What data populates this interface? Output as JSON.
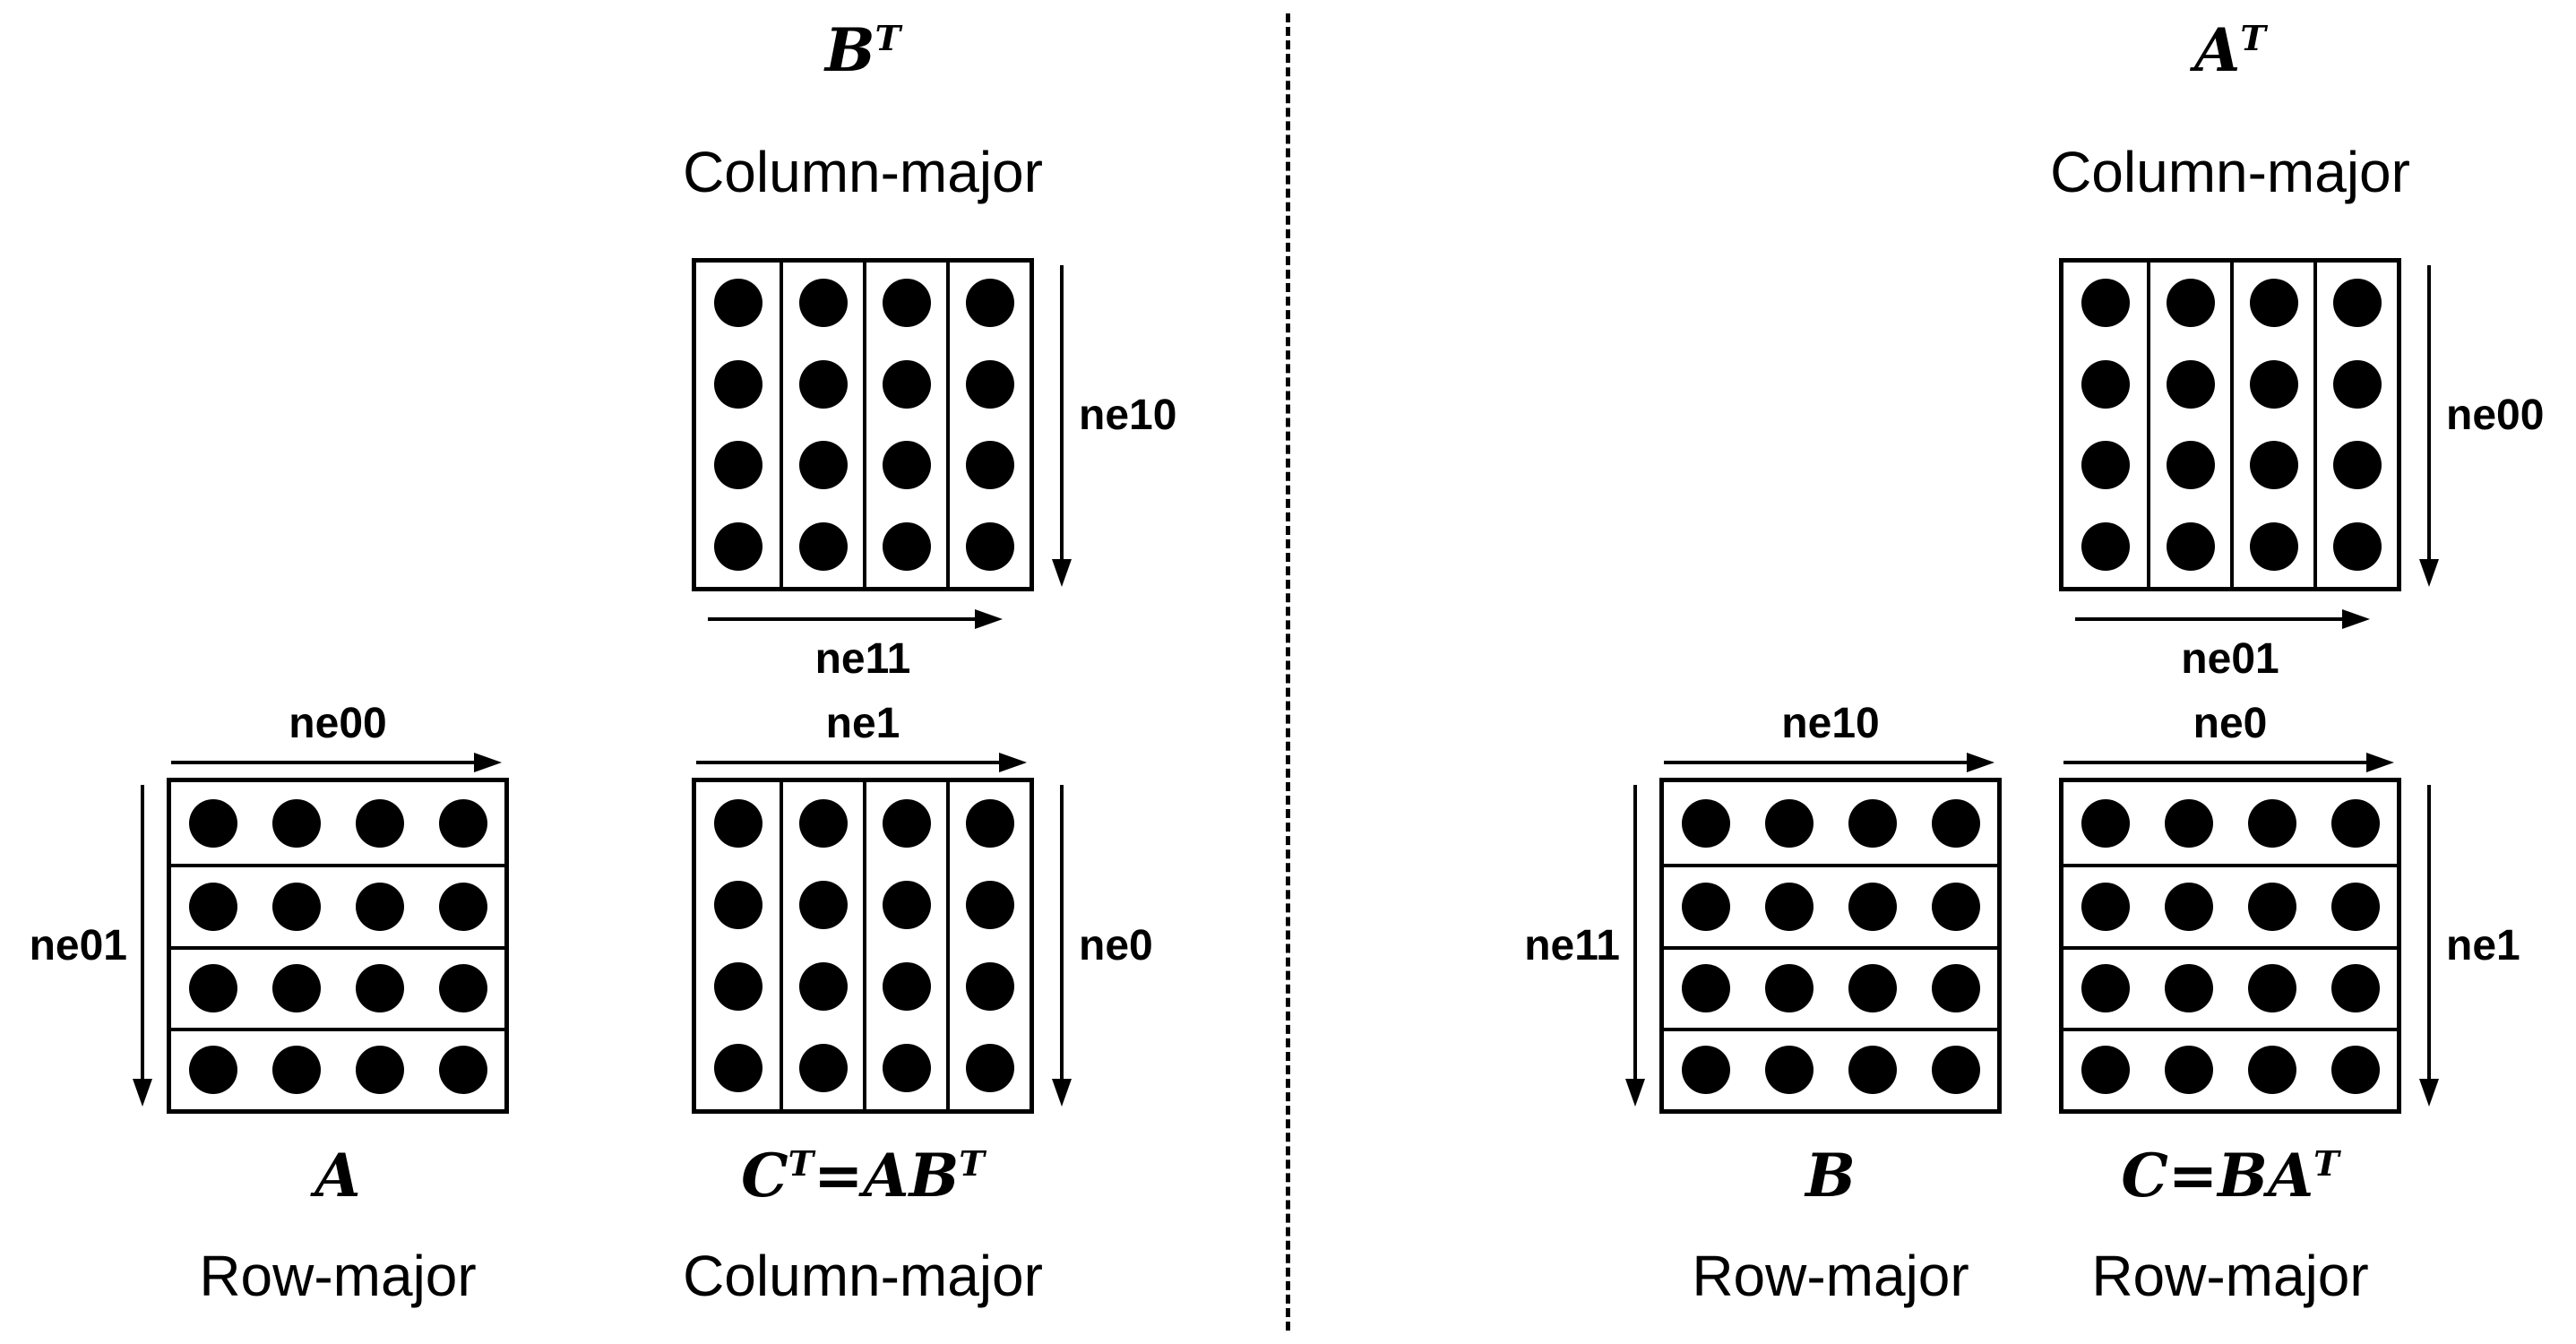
{
  "colors": {
    "ink": "#000000",
    "background": "#ffffff"
  },
  "grid": {
    "rows": 4,
    "cols": 4
  },
  "panels": {
    "bt": {
      "t1": "B",
      "s1": "T",
      "t2": "",
      "s2": "",
      "layout": "Column-major",
      "down_arrow_label": "ne10",
      "right_arrow_label": "ne11"
    },
    "a": {
      "t1": "A",
      "s1": "",
      "t2": "",
      "s2": "",
      "layout": "Row-major",
      "right_arrow_label": "ne00",
      "down_arrow_label": "ne01"
    },
    "ct": {
      "t1": "C",
      "s1": "T",
      "t2": "=AB",
      "s2": "T",
      "layout": "Column-major",
      "right_arrow_label": "ne1",
      "down_arrow_label": "ne0"
    },
    "at": {
      "t1": "A",
      "s1": "T",
      "t2": "",
      "s2": "",
      "layout": "Column-major",
      "down_arrow_label": "ne00",
      "right_arrow_label": "ne01"
    },
    "b": {
      "t1": "B",
      "s1": "",
      "t2": "",
      "s2": "",
      "layout": "Row-major",
      "right_arrow_label": "ne10",
      "down_arrow_label": "ne11"
    },
    "c": {
      "t1": "C=BA",
      "s1": "T",
      "t2": "",
      "s2": "",
      "layout": "Row-major",
      "right_arrow_label": "ne0",
      "down_arrow_label": "ne1"
    }
  }
}
